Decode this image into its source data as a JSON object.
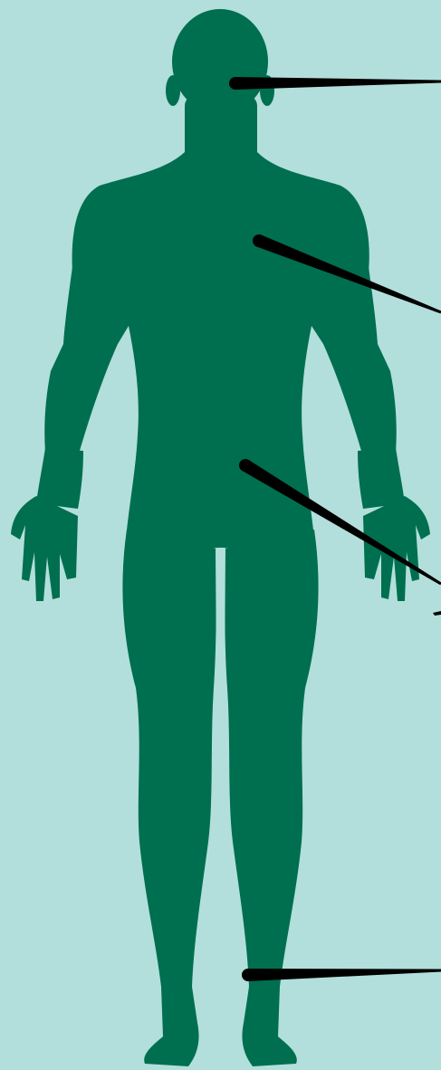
{
  "diagram": {
    "background_color": "#b2dfdb",
    "figure_color": "#006f4f",
    "pointer_color": "#000000",
    "figure": "human-body-front-silhouette",
    "pointers": [
      {
        "target": "head"
      },
      {
        "target": "chest"
      },
      {
        "target": "abdomen"
      },
      {
        "target": "ankle"
      }
    ]
  }
}
